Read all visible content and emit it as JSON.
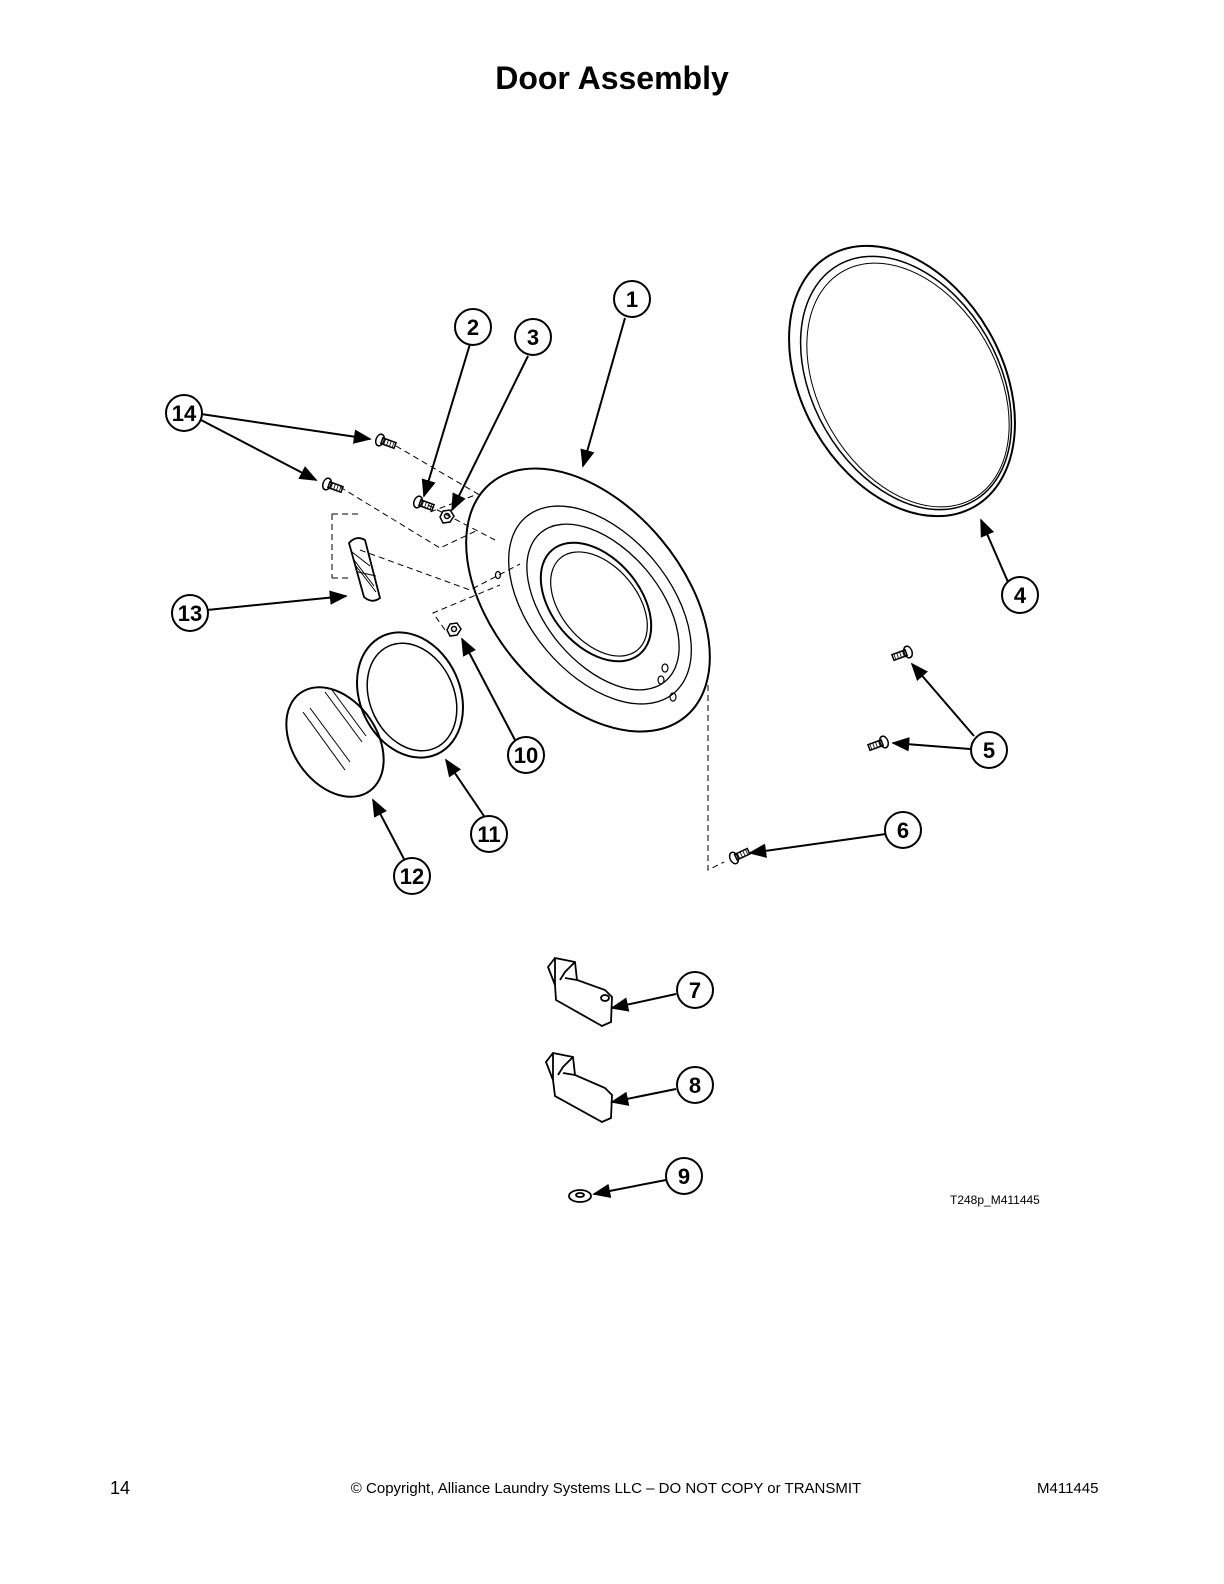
{
  "page": {
    "title": "Door Assembly",
    "figure_id": "T248p_M411445",
    "footer": {
      "page_number": "14",
      "copyright": "© Copyright, Alliance Laundry Systems LLC – DO NOT COPY or TRANSMIT",
      "document_number": "M411445"
    }
  },
  "callouts": [
    "1",
    "2",
    "3",
    "4",
    "5",
    "6",
    "7",
    "8",
    "9",
    "10",
    "11",
    "12",
    "13",
    "14"
  ]
}
